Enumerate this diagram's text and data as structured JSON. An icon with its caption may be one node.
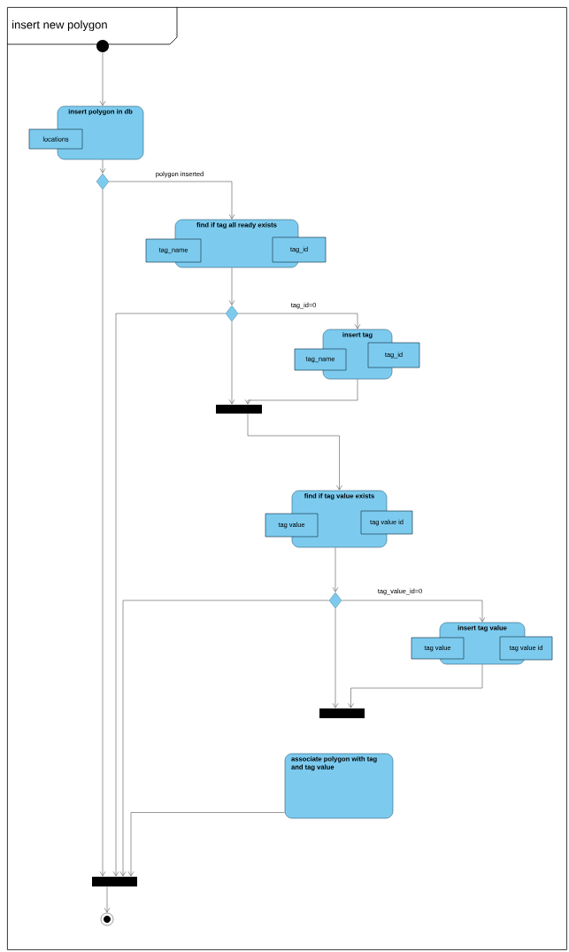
{
  "diagram": {
    "nodes": [
      {
        "text": [
          "insert new polygon"
        ]
      },
      {
        "text": [],
        "shape": "circle",
        "in": 0
      },
      {
        "text": [
          "insert polygon in db"
        ],
        "in": 0
      },
      {
        "text": [
          "locations"
        ],
        "in": 0
      },
      {
        "text": [],
        "shape": "diamond",
        "in": 0
      },
      {
        "text": [
          "find if tag all ready exists"
        ],
        "in": 0
      },
      {
        "text": [
          "tag_name"
        ],
        "in": 0
      },
      {
        "text": [
          "tag_id"
        ],
        "in": 0
      },
      {
        "text": [],
        "shape": "diamond",
        "in": 0
      },
      {
        "text": [
          "insert tag"
        ],
        "in": 0
      },
      {
        "text": [
          "tag_name"
        ],
        "in": 0
      },
      {
        "text": [
          "tag_id"
        ],
        "in": 0
      },
      {
        "text": [],
        "shape": "bar",
        "in": 0
      },
      {
        "text": [
          "find if tag value exists"
        ],
        "in": 0
      },
      {
        "text": [
          "tag value"
        ],
        "in": 0
      },
      {
        "text": [
          "tag value id"
        ],
        "in": 0
      },
      {
        "text": [],
        "shape": "diamond",
        "in": 0
      },
      {
        "text": [
          "insert tag value"
        ],
        "in": 0
      },
      {
        "text": [
          "tag value"
        ],
        "in": 0
      },
      {
        "text": [
          "tag value id"
        ],
        "in": 0
      },
      {
        "text": [],
        "shape": "bar",
        "in": 0
      },
      {
        "text": [
          "associate polygon with tag and tag value"
        ],
        "in": 0
      },
      {
        "text": [],
        "shape": "bar",
        "in": 0
      },
      {
        "text": [],
        "shape": "circle",
        "in": 0
      }
    ],
    "edges": [
      {
        "from": 1,
        "to": 2,
        "arrow": "to"
      },
      {
        "from": 2,
        "to": 4,
        "arrow": "to"
      },
      {
        "from": 4,
        "to": 5,
        "arrow": "to",
        "label": "polygon inserted"
      },
      {
        "from": 4,
        "to": 22,
        "arrow": "to"
      },
      {
        "from": 5,
        "to": 8,
        "arrow": "to"
      },
      {
        "from": 8,
        "to": 9,
        "arrow": "to",
        "label": "tag_id=0"
      },
      {
        "from": 8,
        "to": 12,
        "arrow": "to"
      },
      {
        "from": 9,
        "to": 12,
        "arrow": "to"
      },
      {
        "from": 8,
        "to": 22,
        "arrow": "to"
      },
      {
        "from": 12,
        "to": 13,
        "arrow": "to"
      },
      {
        "from": 13,
        "to": 16,
        "arrow": "to"
      },
      {
        "from": 16,
        "to": 17,
        "arrow": "to",
        "label": "tag_value_id=0"
      },
      {
        "from": 16,
        "to": 20,
        "arrow": "to"
      },
      {
        "from": 17,
        "to": 20,
        "arrow": "to"
      },
      {
        "from": 16,
        "to": 22,
        "arrow": "to"
      },
      {
        "from": 21,
        "to": 22,
        "arrow": "to"
      },
      {
        "from": 22,
        "to": 23,
        "arrow": "to"
      }
    ]
  }
}
